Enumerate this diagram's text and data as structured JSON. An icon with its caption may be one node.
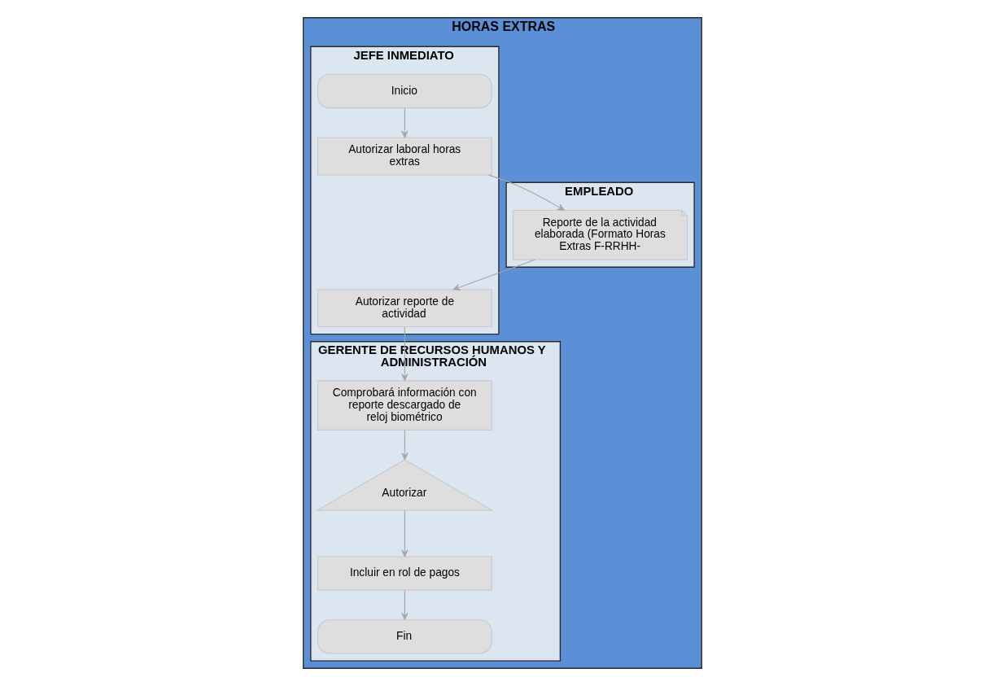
{
  "diagram": {
    "nodes": [
      {
        "text": [
          "HORAS EXTRAS"
        ]
      },
      {
        "text": [
          "JEFE INMEDIATO"
        ],
        "in": 0
      },
      {
        "text": [
          "EMPLEADO"
        ],
        "in": 0
      },
      {
        "text": [
          "GERENTE DE RECURSOS HUMANOS Y ADMINISTRACIÓN"
        ],
        "in": 0
      },
      {
        "text": [
          "Inicio"
        ],
        "in": 1
      },
      {
        "text": [
          "Autorizar laboral horas extras"
        ],
        "in": 1
      },
      {
        "text": [
          "Reporte de la actividad elaborada (Formato Horas Extras F-RRHH-"
        ],
        "in": 2
      },
      {
        "text": [
          "Autorizar reporte de actividad"
        ],
        "in": 1
      },
      {
        "text": [
          "Comprobará información con reporte descargado de reloj biométrico"
        ],
        "in": 3
      },
      {
        "text": [
          "Autorizar"
        ],
        "in": 3
      },
      {
        "text": [
          "Incluir en rol de pagos"
        ],
        "in": 3
      },
      {
        "text": [
          "Fin"
        ],
        "in": 3
      }
    ],
    "edges": [
      {
        "from": 4,
        "to": 5,
        "arrow": "to"
      },
      {
        "from": 5,
        "to": 6,
        "arrow": "to"
      },
      {
        "from": 6,
        "to": 7,
        "arrow": "to"
      },
      {
        "from": 7,
        "to": 8,
        "arrow": "to"
      },
      {
        "from": 8,
        "to": 9,
        "arrow": "to"
      },
      {
        "from": 9,
        "to": 10,
        "arrow": "to"
      },
      {
        "from": 10,
        "to": 11,
        "arrow": "to"
      }
    ]
  }
}
